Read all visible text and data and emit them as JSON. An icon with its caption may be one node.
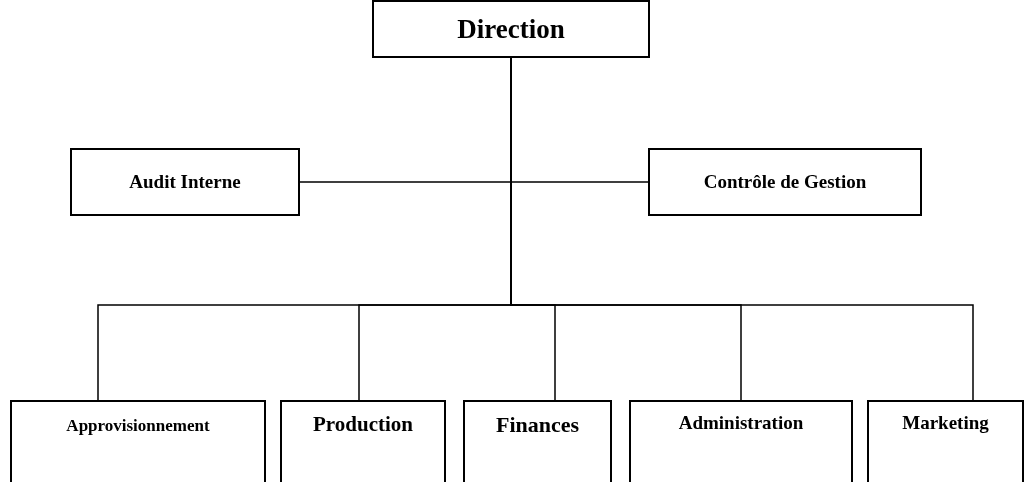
{
  "diagram": {
    "nodes": [
      {
        "text": [
          "Direction"
        ]
      },
      {
        "text": [
          "Audit Interne"
        ]
      },
      {
        "text": [
          "Contrôle de Gestion"
        ]
      },
      {
        "text": [
          "Approvisionnement"
        ]
      },
      {
        "text": [
          "Production"
        ]
      },
      {
        "text": [
          "Finances"
        ]
      },
      {
        "text": [
          "Administration"
        ]
      },
      {
        "text": [
          "Marketing"
        ]
      }
    ],
    "edges": [
      {
        "from": 0,
        "to": 1,
        "arrow": "none"
      },
      {
        "from": 0,
        "to": 2,
        "arrow": "none"
      },
      {
        "from": 0,
        "to": 3,
        "arrow": "none"
      },
      {
        "from": 0,
        "to": 4,
        "arrow": "none"
      },
      {
        "from": 0,
        "to": 5,
        "arrow": "none"
      },
      {
        "from": 0,
        "to": 6,
        "arrow": "none"
      },
      {
        "from": 0,
        "to": 7,
        "arrow": "none"
      }
    ]
  }
}
